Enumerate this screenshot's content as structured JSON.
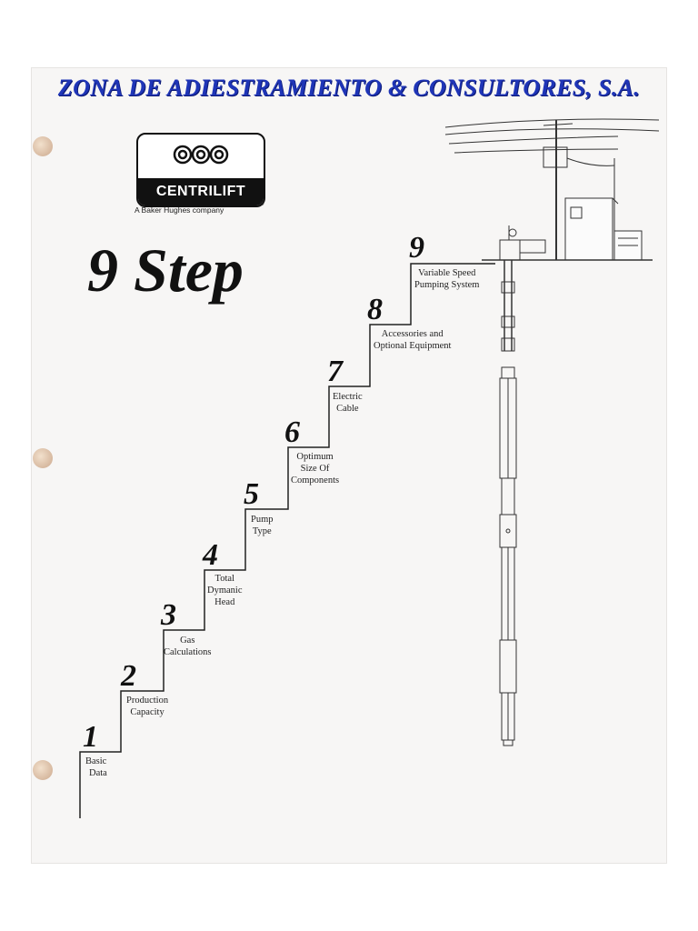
{
  "header": {
    "title": "ZONA DE ADIESTRAMIENTO & CONSULTORES, S.A."
  },
  "logo": {
    "brand": "CENTRILIFT",
    "subtitle": "A Baker Hughes company",
    "trademark": "®"
  },
  "main": {
    "title": "9 Step"
  },
  "steps": [
    {
      "number": "1",
      "lines": [
        "Basic",
        "Data"
      ]
    },
    {
      "number": "2",
      "lines": [
        "Production",
        "Capacity"
      ]
    },
    {
      "number": "3",
      "lines": [
        "Gas",
        "Calculations"
      ]
    },
    {
      "number": "4",
      "lines": [
        "Total",
        "Dymanic",
        "Head"
      ]
    },
    {
      "number": "5",
      "lines": [
        "Pump",
        "Type"
      ]
    },
    {
      "number": "6",
      "lines": [
        "Optimum",
        "Size Of",
        "Components"
      ]
    },
    {
      "number": "7",
      "lines": [
        "Electric",
        "Cable"
      ]
    },
    {
      "number": "8",
      "lines": [
        "Accessories and",
        "Optional Equipment"
      ]
    },
    {
      "number": "9",
      "lines": [
        "Variable Speed",
        "Pumping System"
      ]
    }
  ]
}
